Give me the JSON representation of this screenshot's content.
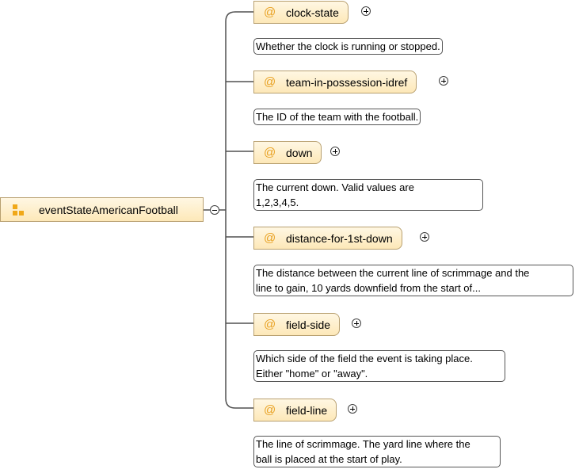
{
  "root": {
    "label": "eventStateAmericanFootball",
    "icon": "sequence-icon",
    "collapse_control": "minus"
  },
  "attributes": [
    {
      "symbol": "@",
      "name": "clock-state",
      "expand_control": "plus",
      "annotation": [
        "Whether the clock is running or stopped."
      ]
    },
    {
      "symbol": "@",
      "name": "team-in-possession-idref",
      "expand_control": "plus",
      "annotation": [
        "The ID of the team with the football."
      ]
    },
    {
      "symbol": "@",
      "name": "down",
      "expand_control": "plus",
      "annotation": [
        "The current down. Valid values are",
        "1,2,3,4,5."
      ]
    },
    {
      "symbol": "@",
      "name": "distance-for-1st-down",
      "expand_control": "plus",
      "annotation": [
        "The distance between the current line of scrimmage and the",
        "line to gain, 10 yards downfield from the start of..."
      ]
    },
    {
      "symbol": "@",
      "name": "field-side",
      "expand_control": "plus",
      "annotation": [
        "Which side of the field the event is taking place.",
        "Either \"home\" or \"away\"."
      ]
    },
    {
      "symbol": "@",
      "name": "field-line",
      "expand_control": "plus",
      "annotation": [
        "The line of scrimmage. The yard line where the",
        "ball is placed at the start of play."
      ]
    }
  ],
  "colors": {
    "node_fill": "#fde8b8",
    "node_border": "#b8a070",
    "connector": "#505050",
    "at_symbol": "#e8a020",
    "icon": "#f0a818"
  }
}
